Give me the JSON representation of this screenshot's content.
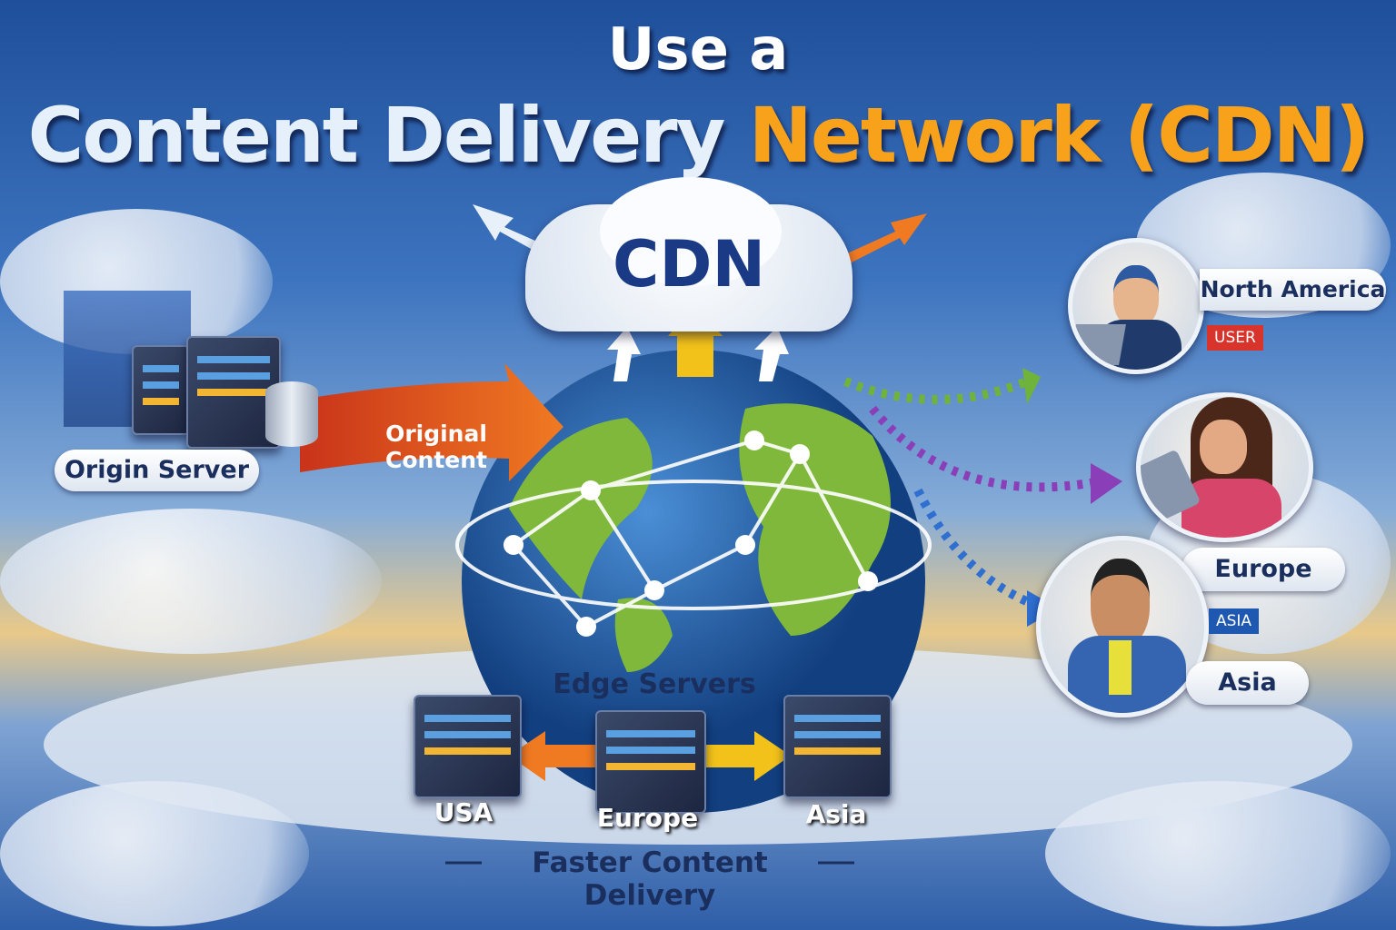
{
  "title": {
    "line1": "Use a",
    "line2_part1": "Content Delivery",
    "line2_part2": "Network (CDN)"
  },
  "cdn_cloud": {
    "label": "CDN"
  },
  "origin": {
    "label": "Origin Server",
    "arrow_label": "Original Content"
  },
  "users": [
    {
      "region": "North America",
      "tag": "USER",
      "tag_color": "#d9342b",
      "arrow_color": "#6fb33a"
    },
    {
      "region": "Europe",
      "tag": "",
      "arrow_color": "#8a3fb8"
    },
    {
      "region": "Asia",
      "tag": "ASIA",
      "tag_color": "#1f58b0",
      "arrow_color": "#2f6fd0"
    }
  ],
  "edge": {
    "heading": "Edge Servers",
    "servers": [
      "USA",
      "Europe",
      "Asia"
    ],
    "footer": "Faster Content Delivery"
  },
  "colors": {
    "title_accent": "#f7a21a",
    "origin_arrow": "#e2471c",
    "globe_ocean": "#1f5fa8",
    "globe_land": "#7fb83a"
  }
}
